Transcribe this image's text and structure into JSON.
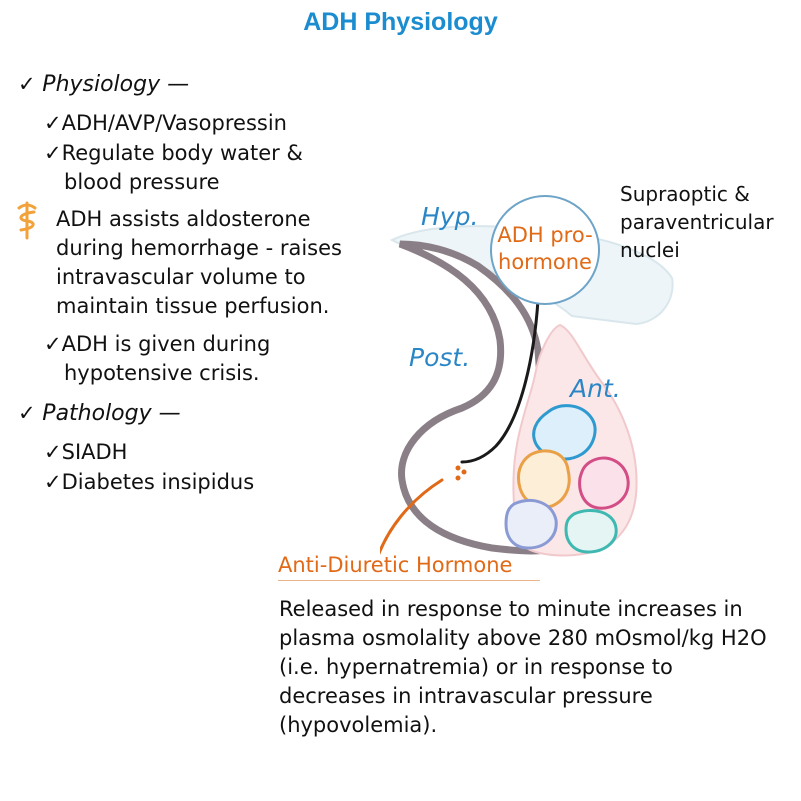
{
  "title": "ADH Physiology",
  "physiology": {
    "heading": "Physiology —",
    "items": [
      "ADH/AVP/Vasopressin",
      "Regulate body water &",
      "blood pressure"
    ]
  },
  "clinical": {
    "lines": [
      "ADH assists aldosterone",
      "during hemorrhage - raises",
      "intravascular volume to",
      "maintain tissue perfusion."
    ],
    "given": [
      "ADH is given during",
      "hypotensive crisis."
    ]
  },
  "pathology": {
    "heading": "Pathology —",
    "items": [
      "SIADH",
      "Diabetes insipidus"
    ]
  },
  "diagram": {
    "hyp": "Hyp.",
    "post": "Post.",
    "ant": "Ant.",
    "bubble": [
      "ADH pro-",
      "hormone"
    ],
    "nuclei": [
      "Supraoptic &",
      "paraventricular",
      "nuclei"
    ]
  },
  "adh_label": "Anti-Diuretic Hormone",
  "description": [
    "Released in response to minute increases in",
    "plasma osmolality above 280 mOsmol/kg H2O",
    "(i.e. hypernatremia) or in response to",
    "decreases in intravascular pressure",
    "(hypovolemia)."
  ],
  "colors": {
    "title": "#1a8ccf",
    "region_label": "#2b86c6",
    "accent": "#e06a17"
  },
  "icons": {
    "check": "check-icon",
    "clinical": "caduceus-icon"
  }
}
